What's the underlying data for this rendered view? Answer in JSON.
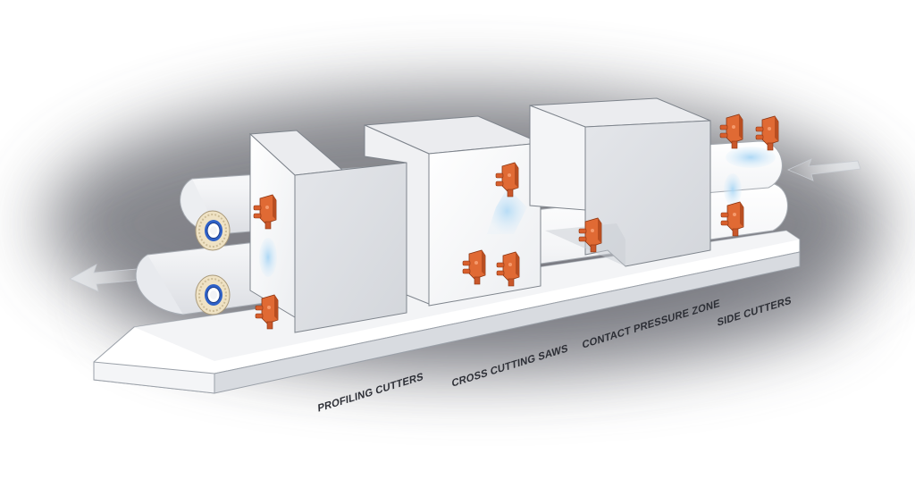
{
  "labels": {
    "profiling_cutters": "PROFILING CUTTERS",
    "cross_cutting_saws": "CROSS CUTTING SAWS",
    "contact_pressure_zone": "CONTACT PRESSURE ZONE",
    "side_cutters": "SIDE CUTTERS"
  },
  "colors": {
    "sensor": "#e06a34",
    "sensor_dark": "#9c3d17",
    "box_front": "#f6f6f7",
    "box_side": "#dcdee2",
    "box_top": "#ebecef",
    "roller_disc": "#efe2c4",
    "roller_hub": "#2e61c8",
    "beam": "#bfe0f6",
    "shadow": "#5e6068"
  },
  "icons": {
    "sensor": "sensor-icon",
    "flow_in": "arrow-left-icon",
    "flow_out": "arrow-left-icon"
  }
}
